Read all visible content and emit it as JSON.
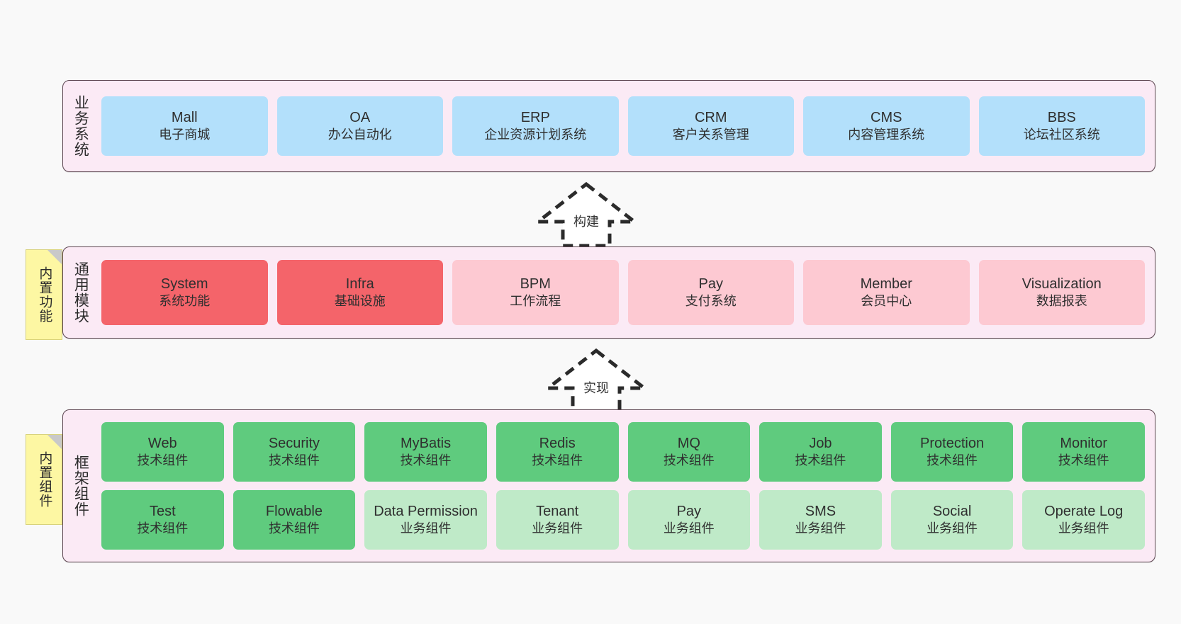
{
  "diagram": {
    "background_color": "#f9f9f9",
    "panel_color": "#fbeaf5",
    "panel_border_color": "#5c4550"
  },
  "layers": [
    {
      "id": "business-systems",
      "title": "业务系统",
      "note": null,
      "rows": [
        {
          "cards": [
            {
              "name": "Mall",
              "sub": "电子商城",
              "style": "blue",
              "color": "#b3e0fb"
            },
            {
              "name": "OA",
              "sub": "办公自动化",
              "style": "blue",
              "color": "#b3e0fb"
            },
            {
              "name": "ERP",
              "sub": "企业资源计划系统",
              "style": "blue",
              "color": "#b3e0fb"
            },
            {
              "name": "CRM",
              "sub": "客户关系管理",
              "style": "blue",
              "color": "#b3e0fb"
            },
            {
              "name": "CMS",
              "sub": "内容管理系统",
              "style": "blue",
              "color": "#b3e0fb"
            },
            {
              "name": "BBS",
              "sub": "论坛社区系统",
              "style": "blue",
              "color": "#b3e0fb"
            }
          ]
        }
      ]
    },
    {
      "id": "common-modules",
      "title": "通用模块",
      "note": "内置功能",
      "rows": [
        {
          "cards": [
            {
              "name": "System",
              "sub": "系统功能",
              "style": "red-strong",
              "color": "#f4646a"
            },
            {
              "name": "Infra",
              "sub": "基础设施",
              "style": "red-strong",
              "color": "#f4646a"
            },
            {
              "name": "BPM",
              "sub": "工作流程",
              "style": "red-light",
              "color": "#fdc9d2"
            },
            {
              "name": "Pay",
              "sub": "支付系统",
              "style": "red-light",
              "color": "#fdc9d2"
            },
            {
              "name": "Member",
              "sub": "会员中心",
              "style": "red-light",
              "color": "#fdc9d2"
            },
            {
              "name": "Visualization",
              "sub": "数据报表",
              "style": "red-light",
              "color": "#fdc9d2"
            }
          ]
        }
      ]
    },
    {
      "id": "framework-components",
      "title": "框架组件",
      "note": "内置组件",
      "rows": [
        {
          "cards": [
            {
              "name": "Web",
              "sub": "技术组件",
              "style": "green-strong",
              "color": "#5fcb7e"
            },
            {
              "name": "Security",
              "sub": "技术组件",
              "style": "green-strong",
              "color": "#5fcb7e"
            },
            {
              "name": "MyBatis",
              "sub": "技术组件",
              "style": "green-strong",
              "color": "#5fcb7e"
            },
            {
              "name": "Redis",
              "sub": "技术组件",
              "style": "green-strong",
              "color": "#5fcb7e"
            },
            {
              "name": "MQ",
              "sub": "技术组件",
              "style": "green-strong",
              "color": "#5fcb7e"
            },
            {
              "name": "Job",
              "sub": "技术组件",
              "style": "green-strong",
              "color": "#5fcb7e"
            },
            {
              "name": "Protection",
              "sub": "技术组件",
              "style": "green-strong",
              "color": "#5fcb7e"
            },
            {
              "name": "Monitor",
              "sub": "技术组件",
              "style": "green-strong",
              "color": "#5fcb7e"
            }
          ]
        },
        {
          "cards": [
            {
              "name": "Test",
              "sub": "技术组件",
              "style": "green-strong",
              "color": "#5fcb7e"
            },
            {
              "name": "Flowable",
              "sub": "技术组件",
              "style": "green-strong",
              "color": "#5fcb7e"
            },
            {
              "name": "Data Permission",
              "sub": "业务组件",
              "style": "green-light",
              "color": "#bfeac8"
            },
            {
              "name": "Tenant",
              "sub": "业务组件",
              "style": "green-light",
              "color": "#bfeac8"
            },
            {
              "name": "Pay",
              "sub": "业务组件",
              "style": "green-light",
              "color": "#bfeac8"
            },
            {
              "name": "SMS",
              "sub": "业务组件",
              "style": "green-light",
              "color": "#bfeac8"
            },
            {
              "name": "Social",
              "sub": "业务组件",
              "style": "green-light",
              "color": "#bfeac8"
            },
            {
              "name": "Operate Log",
              "sub": "业务组件",
              "style": "green-light",
              "color": "#bfeac8"
            }
          ]
        }
      ]
    }
  ],
  "arrows": [
    {
      "id": "arrow-build",
      "label": "构建",
      "direction": "up"
    },
    {
      "id": "arrow-implement",
      "label": "实现",
      "direction": "up"
    }
  ]
}
